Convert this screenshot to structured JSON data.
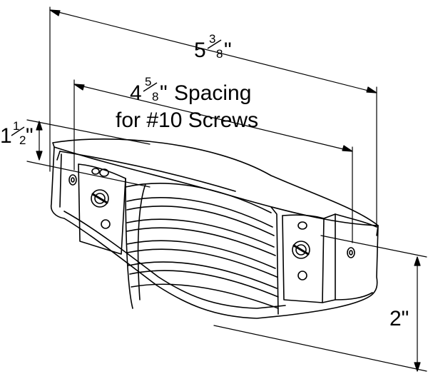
{
  "dimensions": {
    "overall_length": {
      "whole": "5",
      "num": "3",
      "den": "8",
      "unit": "\""
    },
    "spacing": {
      "whole": "4",
      "num": "5",
      "den": "8",
      "unit": "\"",
      "line1_rest": "Spacing",
      "line2": "for #10 Screws"
    },
    "height_depth": {
      "whole": "1",
      "num": "1",
      "den": "2",
      "unit": "\""
    },
    "height": {
      "text": "2\""
    }
  },
  "colors": {
    "line": "#000000",
    "background": "#ffffff"
  }
}
